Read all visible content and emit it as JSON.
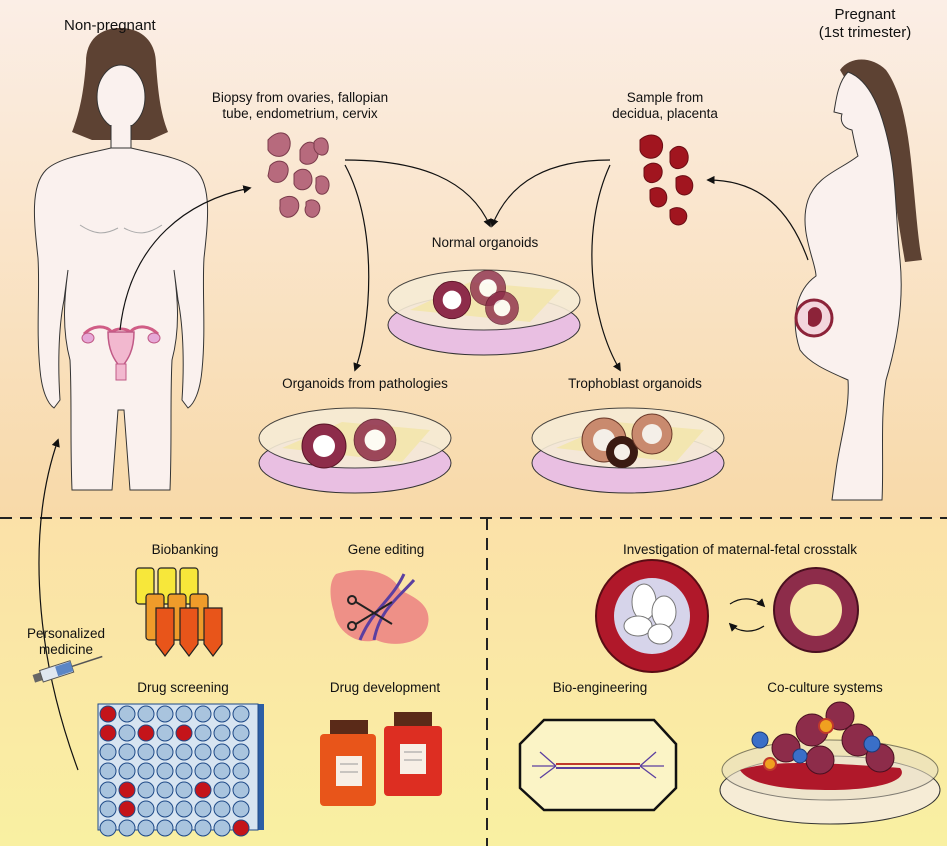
{
  "top": {
    "non_pregnant": "Non-pregnant",
    "pregnant_line1": "Pregnant",
    "pregnant_line2": "(1st trimester)",
    "biopsy_line1": "Biopsy from ovaries, fallopian",
    "biopsy_line2": "tube, endometrium, cervix",
    "sample_line1": "Sample from",
    "sample_line2": "decidua, placenta",
    "normal_organoids": "Normal organoids",
    "pathology_organoids": "Organoids from pathologies",
    "trophoblast_organoids": "Trophoblast organoids"
  },
  "bottom_left": {
    "biobanking": "Biobanking",
    "gene_editing": "Gene editing",
    "personalized_line1": "Personalized",
    "personalized_line2": "medicine",
    "drug_screening": "Drug screening",
    "drug_development": "Drug development"
  },
  "bottom_right": {
    "crosstalk": "Investigation of maternal-fetal crosstalk",
    "bioengineering": "Bio-engineering",
    "coculture": "Co-culture systems"
  },
  "colors": {
    "skin": "#faf1ee",
    "hair": "#5d4233",
    "tissue_pink": "#b76a7d",
    "tissue_red": "#a1151f",
    "dish_pink": "#e9bfe2",
    "plate_blue": "#2c5ea5",
    "well_light": "#a9c4de",
    "well_red": "#c4141a",
    "bottle_orange": "#e8551a",
    "bottle_red": "#dd2e22",
    "bottle_cap": "#5a2a18"
  },
  "plate": {
    "rows": 7,
    "cols": 8,
    "red_wells": [
      [
        0,
        0
      ],
      [
        1,
        0
      ],
      [
        1,
        2
      ],
      [
        1,
        4
      ],
      [
        4,
        1
      ],
      [
        4,
        5
      ],
      [
        5,
        1
      ],
      [
        6,
        7
      ]
    ]
  }
}
